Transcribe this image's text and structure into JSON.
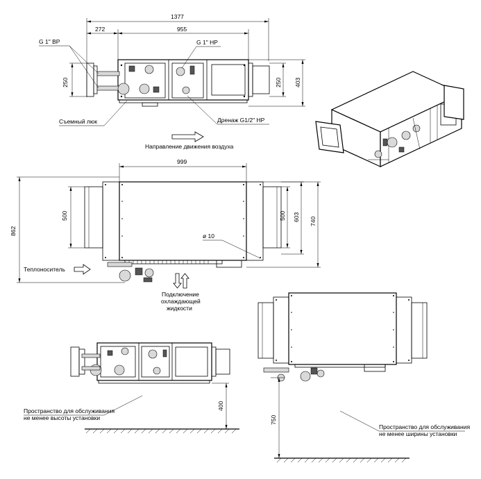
{
  "dimensions": {
    "top_total_width": "1377",
    "top_left_offset": "272",
    "top_body_width": "955",
    "top_left_height": "250",
    "top_right_height": "250",
    "top_total_height": "403",
    "mid_body_width": "999",
    "mid_left_height": "500",
    "mid_right_height": "500",
    "mid_inner_height": "603",
    "mid_body_height": "740",
    "mid_total_height": "862",
    "hole_diameter": "ø 10",
    "service_height": "400",
    "service_width": "750"
  },
  "labels": {
    "g1_bp": "G 1\" ВР",
    "g1_hp": "G 1\" НР",
    "removable_hatch": "Съемный люк",
    "drain": "Дренаж G1/2\" НР",
    "air_direction": "Направление движения воздуха",
    "heat_carrier": "Теплоноситель",
    "coolant_line1": "Подключение",
    "coolant_line2": "охлаждающей",
    "coolant_line3": "жидкости",
    "service_height_line1": "Пространство для обслуживания",
    "service_height_line2": "не менее высоты установки",
    "service_width_line1": "Пространство для обслуживания",
    "service_width_line2": "не менее ширины установки"
  },
  "colors": {
    "line": "#000000",
    "component_fill": "#d9d9d9",
    "background": "#ffffff"
  }
}
